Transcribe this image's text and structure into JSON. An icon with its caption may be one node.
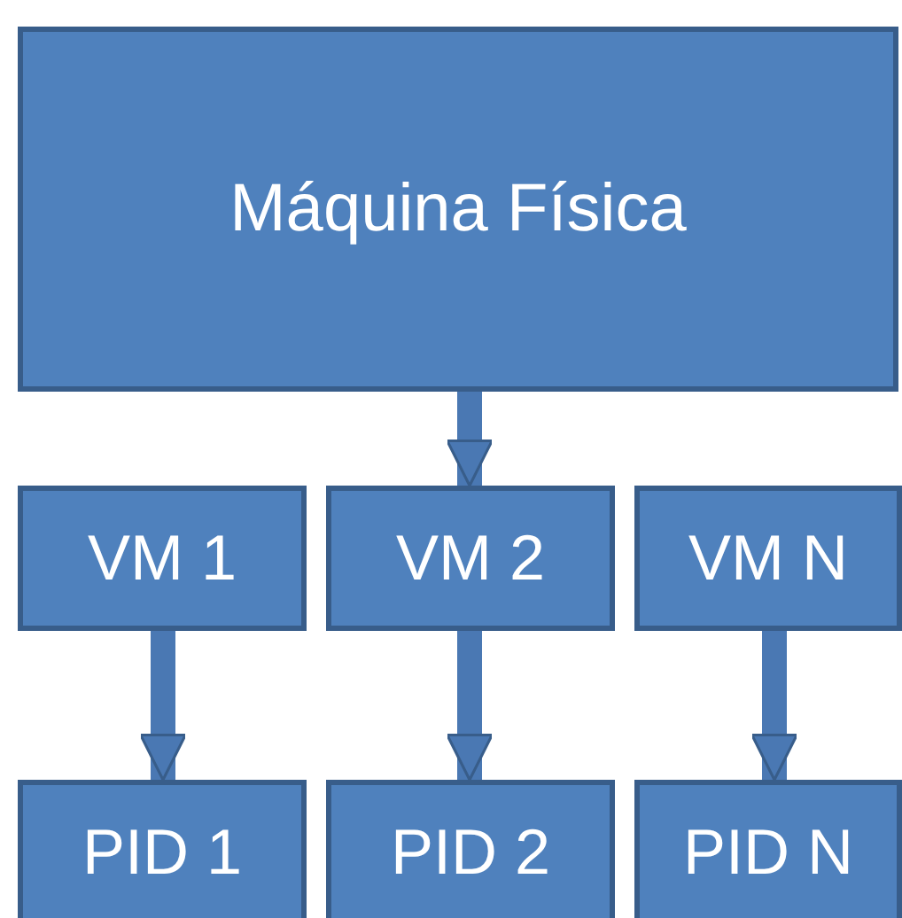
{
  "diagram": {
    "nodes": [
      {
        "text": [
          "Máquina Física"
        ]
      },
      {
        "text": [
          "VM 1"
        ]
      },
      {
        "text": [
          "VM 2"
        ]
      },
      {
        "text": [
          "VM N"
        ]
      },
      {
        "text": [
          "PID 1"
        ]
      },
      {
        "text": [
          "PID 2"
        ]
      },
      {
        "text": [
          "PID N"
        ]
      }
    ],
    "edges": [
      {
        "from": 0,
        "to": 2,
        "arrow": "to"
      },
      {
        "from": 1,
        "to": 4,
        "arrow": "to"
      },
      {
        "from": 2,
        "to": 5,
        "arrow": "to"
      },
      {
        "from": 3,
        "to": 6,
        "arrow": "to"
      }
    ]
  }
}
